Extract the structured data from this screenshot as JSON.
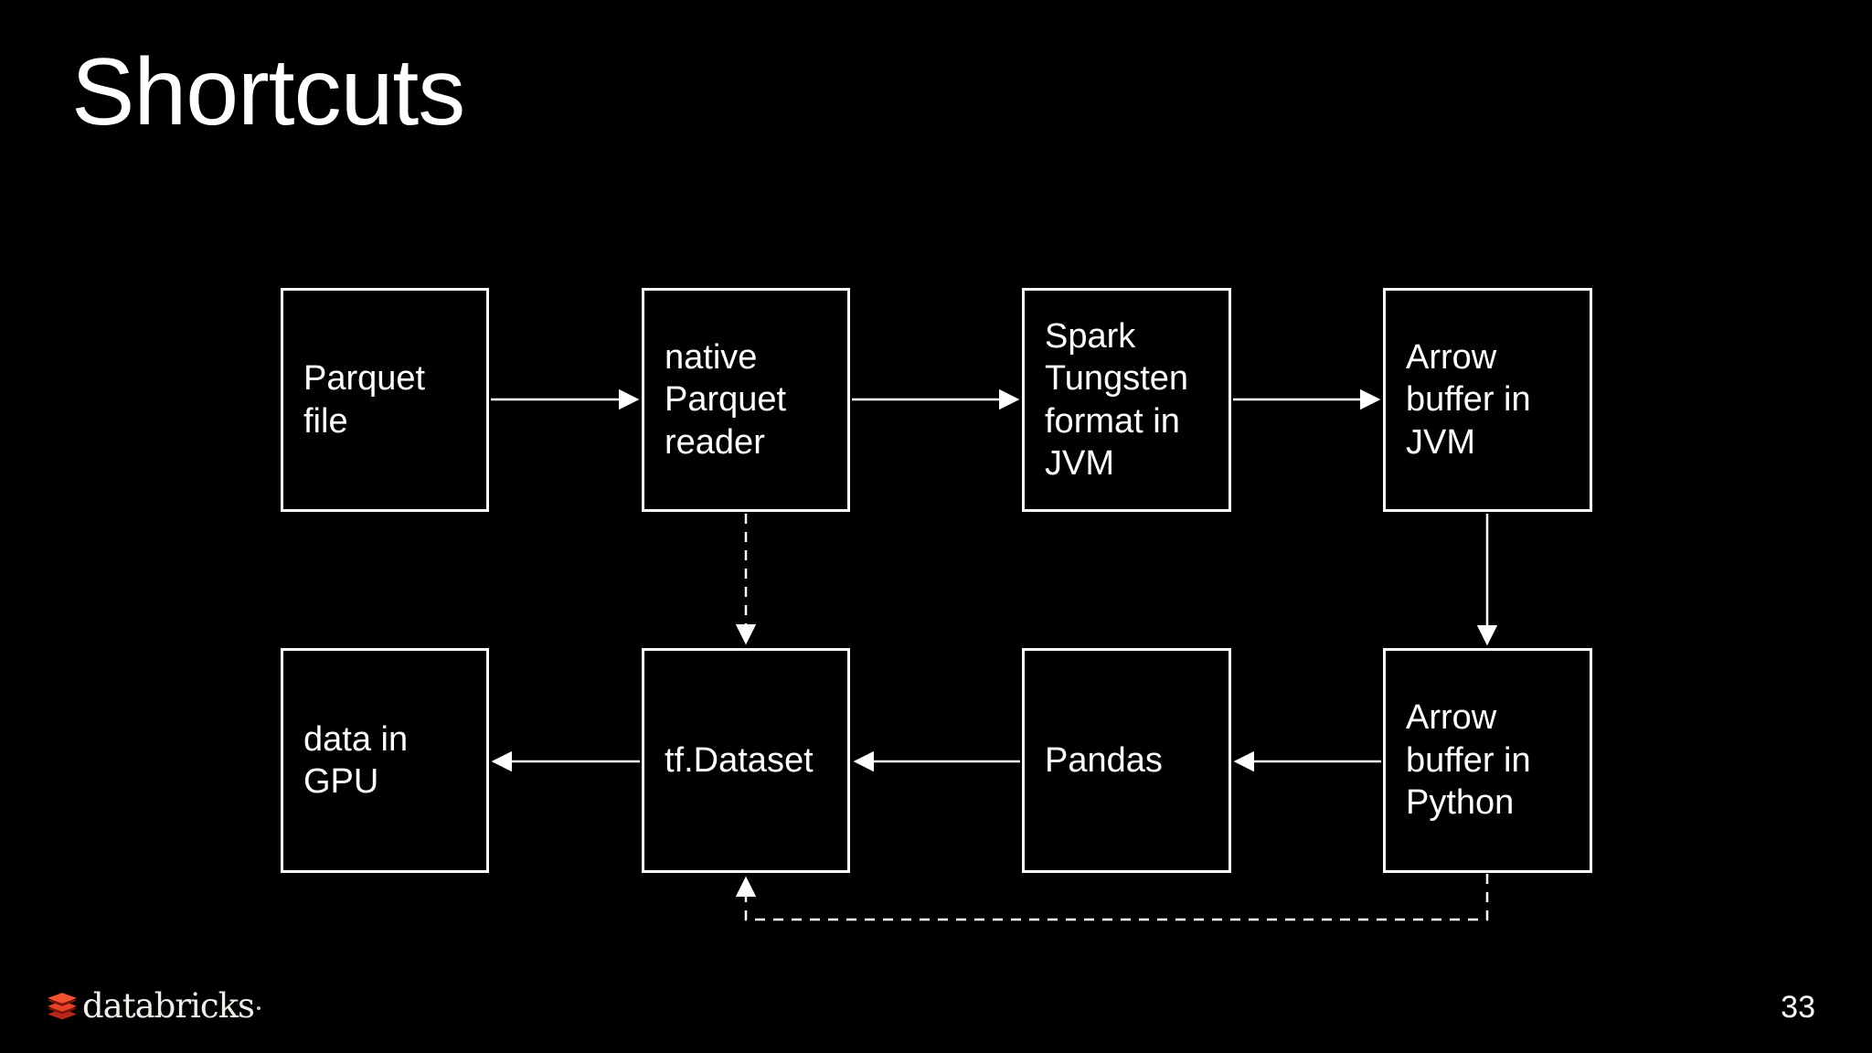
{
  "slide": {
    "title": "Shortcuts",
    "page_number": "33",
    "brand": "databricks"
  },
  "diagram": {
    "nodes": [
      {
        "id": "parquet-file",
        "label": "Parquet\nfile"
      },
      {
        "id": "native-parquet-reader",
        "label": "native\nParquet\nreader"
      },
      {
        "id": "spark-tungsten-format-in-jvm",
        "label": "Spark\nTungsten\nformat in\nJVM"
      },
      {
        "id": "arrow-buffer-in-jvm",
        "label": "Arrow\nbuffer in\nJVM"
      },
      {
        "id": "data-in-gpu",
        "label": "data in\nGPU"
      },
      {
        "id": "tf-dataset",
        "label": "tf.Dataset"
      },
      {
        "id": "pandas",
        "label": "Pandas"
      },
      {
        "id": "arrow-buffer-in-python",
        "label": "Arrow\nbuffer in\nPython"
      }
    ],
    "edges": [
      {
        "from": "parquet-file",
        "to": "native-parquet-reader",
        "style": "solid"
      },
      {
        "from": "native-parquet-reader",
        "to": "spark-tungsten-format-in-jvm",
        "style": "solid"
      },
      {
        "from": "spark-tungsten-format-in-jvm",
        "to": "arrow-buffer-in-jvm",
        "style": "solid"
      },
      {
        "from": "arrow-buffer-in-jvm",
        "to": "arrow-buffer-in-python",
        "style": "solid"
      },
      {
        "from": "arrow-buffer-in-python",
        "to": "pandas",
        "style": "solid"
      },
      {
        "from": "pandas",
        "to": "tf-dataset",
        "style": "solid"
      },
      {
        "from": "tf-dataset",
        "to": "data-in-gpu",
        "style": "solid"
      },
      {
        "from": "native-parquet-reader",
        "to": "tf-dataset",
        "style": "dashed"
      },
      {
        "from": "arrow-buffer-in-python",
        "to": "tf-dataset",
        "style": "dashed"
      }
    ]
  },
  "colors": {
    "background": "#000000",
    "foreground": "#ffffff",
    "brand_red": "#E8432A"
  }
}
